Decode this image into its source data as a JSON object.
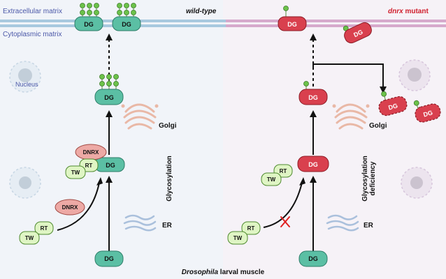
{
  "labels": {
    "extracellular": "Extracellular matrix",
    "cytoplasmic": "Cytoplasmic matrix",
    "nucleus": "Nucleus",
    "wild_type": "wild-type",
    "mutant_italic": "dnrx",
    "mutant_rest": " mutant",
    "golgi": "Golgi",
    "er": "ER",
    "glycosylation": "Glycosylation",
    "glyco_def_line1": "Glycosylation",
    "glyco_def_line2": "deficiency",
    "footer_italic": "Drosophila",
    "footer_rest": " larval muscle"
  },
  "proteins": {
    "dg": "DG",
    "dnrx": "DNRX",
    "rt": "RT",
    "tw": "TW"
  },
  "colors": {
    "dg_wild": "#5bbfa4",
    "dg_mutant": "#d9404e",
    "dnrx": "#eda9a5",
    "rt_tw": "#dff5c4",
    "glycan": "#6cc24a",
    "membrane_wild": "#a8c9df",
    "membrane_mutant": "#d6a9cc",
    "mutant_title": "#d0202e",
    "label_blue": "#4b58a8",
    "inhibition": "#e02020"
  }
}
